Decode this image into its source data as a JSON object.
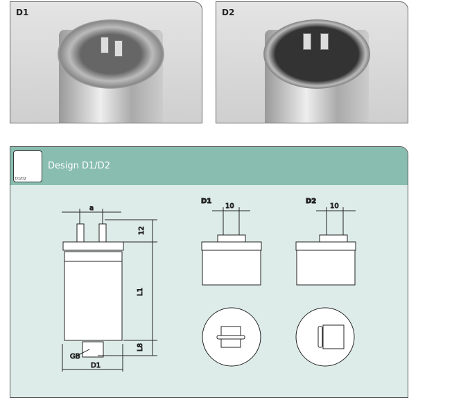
{
  "photos": [
    {
      "label": "D1"
    },
    {
      "label": "D2"
    }
  ],
  "panel": {
    "title": "Design D1/D2",
    "icon_label": "D1/D2"
  },
  "drawing": {
    "dim_a": "a",
    "dim_12": "12",
    "dim_l1": "L1",
    "dim_l8": "L8",
    "dim_gb": "GB",
    "dim_d1": "D1",
    "view_d1": "D1",
    "view_d2": "D2",
    "spacing_d1": "10",
    "spacing_d2": "10"
  }
}
